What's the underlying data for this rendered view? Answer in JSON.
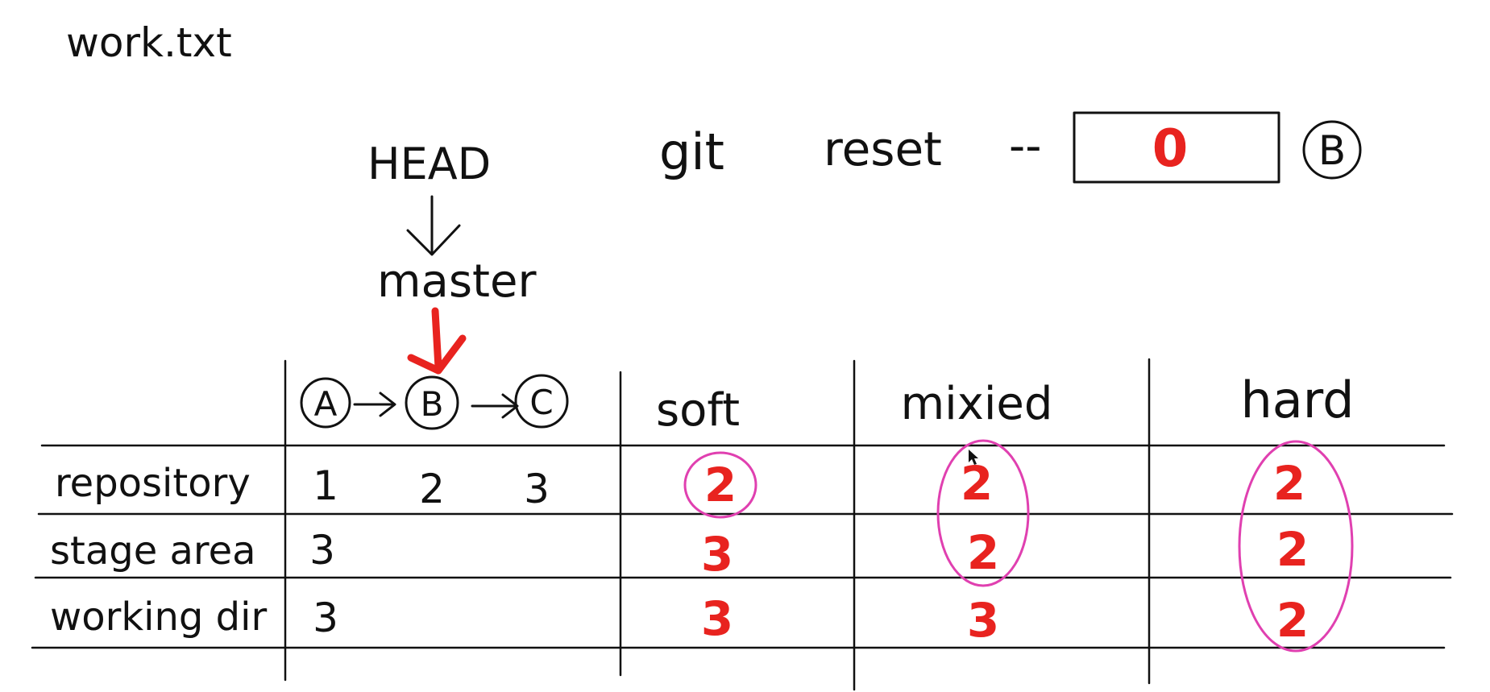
{
  "colors": {
    "ink": "#111111",
    "red": "#e8231f",
    "magenta": "#e040b0"
  },
  "file_name": "work.txt",
  "command": {
    "git": "git",
    "reset": "reset",
    "dashes": "--",
    "option_placeholder": "0",
    "target": "B"
  },
  "pointers": {
    "head": "HEAD",
    "branch": "master"
  },
  "commits": [
    {
      "label": "A",
      "value": "1"
    },
    {
      "label": "B",
      "value": "2"
    },
    {
      "label": "C",
      "value": "3"
    }
  ],
  "columns": [
    "soft",
    "mixied",
    "hard"
  ],
  "rows": [
    {
      "label": "repository",
      "initial": "",
      "soft": "2",
      "mixed": "2",
      "hard": "2"
    },
    {
      "label": "stage area",
      "initial": "3",
      "soft": "3",
      "mixed": "2",
      "hard": "2"
    },
    {
      "label": "working dir",
      "initial": "3",
      "soft": "3",
      "mixed": "3",
      "hard": "2"
    }
  ]
}
